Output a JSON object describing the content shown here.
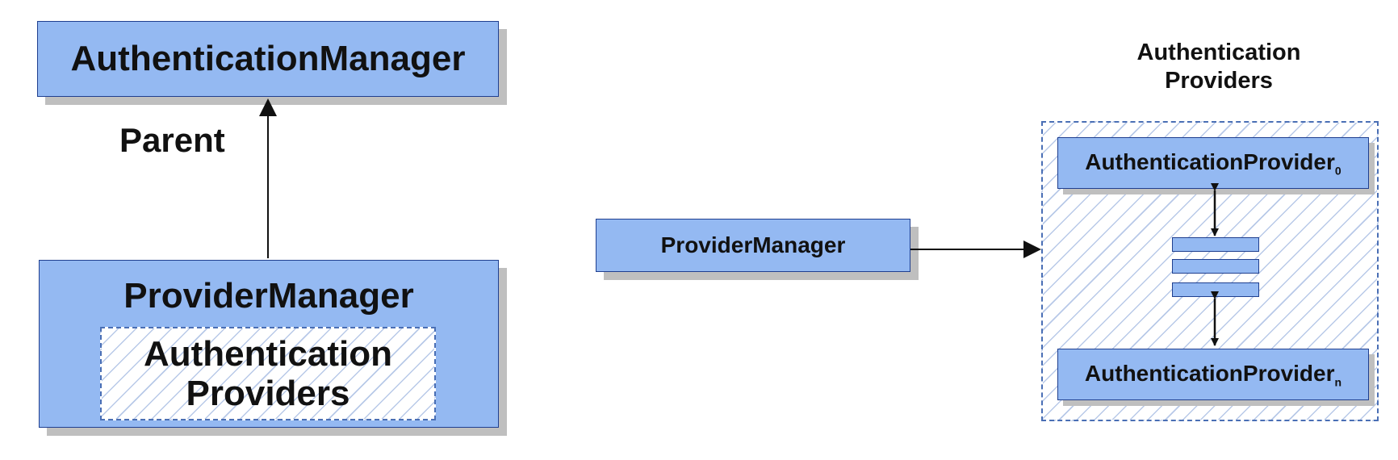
{
  "left": {
    "auth_manager": "AuthenticationManager",
    "parent_label": "Parent",
    "provider_manager": "ProviderManager",
    "inner_providers_line1": "Authentication",
    "inner_providers_line2": "Providers"
  },
  "right": {
    "provider_manager": "ProviderManager",
    "providers_title_line1": "Authentication",
    "providers_title_line2": "Providers",
    "provider_first": "AuthenticationProvider",
    "provider_first_sub": "0",
    "provider_last": "AuthenticationProvider",
    "provider_last_sub": "n"
  },
  "colors": {
    "box_fill": "#94b9f2",
    "box_border": "#1f3f8f",
    "shadow": "#bfbfbf",
    "dashed_border": "#4a6fb5"
  }
}
